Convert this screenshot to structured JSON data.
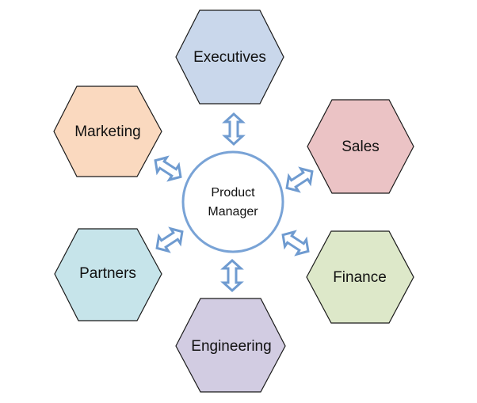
{
  "diagram": {
    "center": {
      "line1": "Product",
      "line2": "Manager"
    },
    "nodes": [
      {
        "id": "executives",
        "label": "Executives",
        "color": "#c9d7eb"
      },
      {
        "id": "marketing",
        "label": "Marketing",
        "color": "#fad9bf"
      },
      {
        "id": "sales",
        "label": "Sales",
        "color": "#ebc3c5"
      },
      {
        "id": "partners",
        "label": "Partners",
        "color": "#c6e4ea"
      },
      {
        "id": "finance",
        "label": "Finance",
        "color": "#dde8c9"
      },
      {
        "id": "engineering",
        "label": "Engineering",
        "color": "#d2cce2"
      }
    ],
    "connector_color": "#6f9bd0",
    "connector_style": "double-headed-arrow"
  }
}
